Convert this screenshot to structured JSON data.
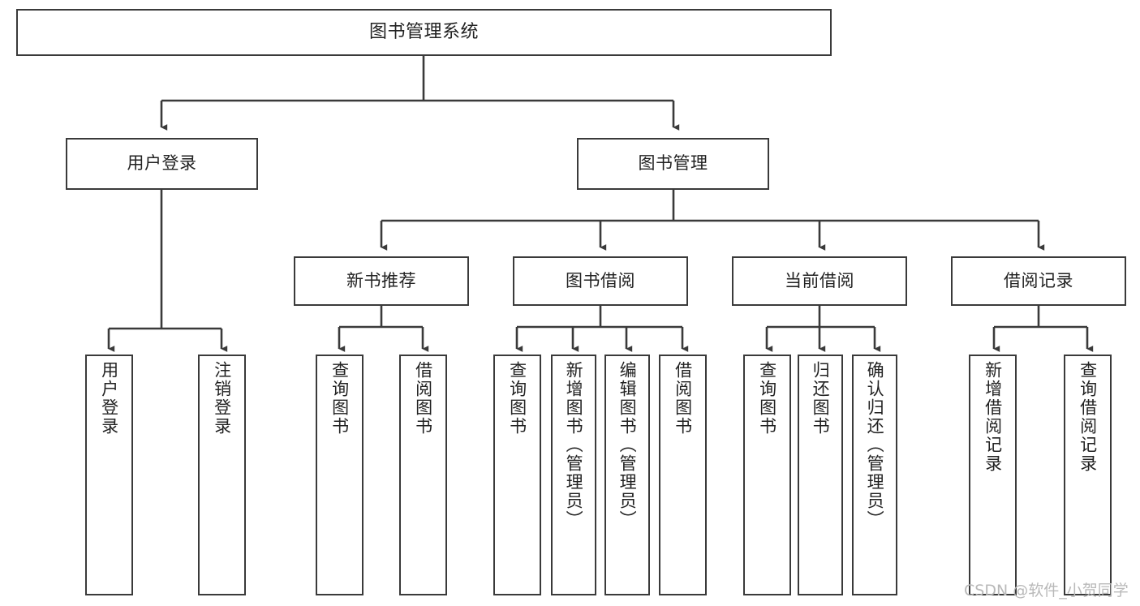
{
  "diagram": {
    "type": "tree-hierarchy",
    "title": "图书管理系统",
    "watermark": "CSDN @软件_小贺同学",
    "colors": {
      "box_border": "#3a3a3a",
      "box_fill": "#ffffff",
      "connector": "#3a3a3a",
      "text": "#222222",
      "watermark": "#b9b9b9",
      "background": "#ffffff"
    },
    "nodes": {
      "root": {
        "label": "图书管理系统"
      },
      "level2": [
        {
          "label": "用户登录"
        },
        {
          "label": "图书管理"
        }
      ],
      "level3": [
        {
          "label": "新书推荐"
        },
        {
          "label": "图书借阅"
        },
        {
          "label": "当前借阅"
        },
        {
          "label": "借阅记录"
        }
      ],
      "leaves": {
        "user_login": [
          {
            "label": "用户登录"
          },
          {
            "label": "注销登录"
          }
        ],
        "new_book_recommend": [
          {
            "label": "查询图书"
          },
          {
            "label": "借阅图书"
          }
        ],
        "book_borrow": [
          {
            "label": "查询图书"
          },
          {
            "label": "新增图书（管理员）"
          },
          {
            "label": "编辑图书（管理员）"
          },
          {
            "label": "借阅图书"
          }
        ],
        "current_borrow": [
          {
            "label": "查询图书"
          },
          {
            "label": "归还图书"
          },
          {
            "label": "确认归还（管理员）"
          }
        ],
        "borrow_record": [
          {
            "label": "新增借阅记录"
          },
          {
            "label": "查询借阅记录"
          }
        ]
      }
    }
  }
}
